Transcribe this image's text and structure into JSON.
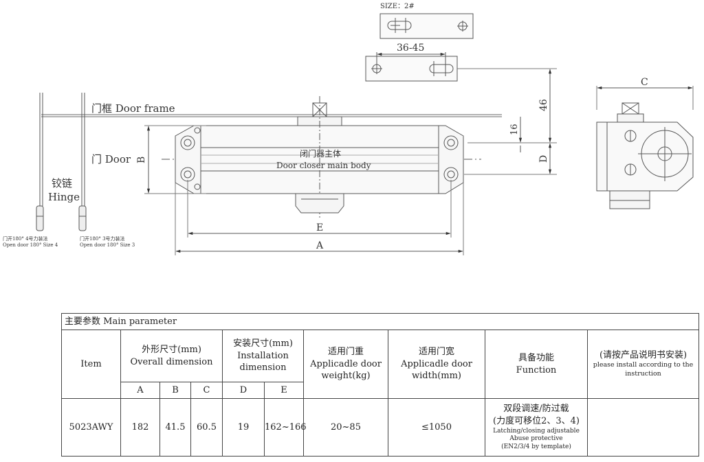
{
  "drawing": {
    "size_label": "SIZE：2#",
    "dim_36_45": "36-45",
    "dim_46": "46",
    "dim_16": "16",
    "dim_d": "D",
    "dim_c": "C",
    "dim_b": "B",
    "dim_e": "E",
    "dim_a": "A",
    "door_frame_label": "门框 Door frame",
    "door_label": "门 Door",
    "hinge_cn": "铰链",
    "hinge_en": "Hinge",
    "body_cn": "闭门器主体",
    "body_en": "Door closer main body",
    "note_left_cn": "门开180° 4号力装法",
    "note_left_en": "Open door 180° Size 4",
    "note_right_cn": "门开180° 3号力装法",
    "note_right_en": "Open door 180° Size 3"
  },
  "table": {
    "caption": "主要参数 Main parameter",
    "headers": {
      "item": "Item",
      "overall_cn": "外形尺寸(mm)",
      "overall_en": "Overall dimension",
      "install_cn": "安装尺寸(mm)",
      "install_en": "Installation dimension",
      "weight_cn": "适用门重",
      "weight_en": "Applicadle door weight(kg)",
      "width_cn": "适用门宽",
      "width_en": "Applicadle door width(mm)",
      "function_cn": "具备功能",
      "function_en": "Function",
      "note_cn": "(请按产品说明书安装)",
      "note_en": "please install according to the instruction"
    },
    "subheaders": [
      "A",
      "B",
      "C",
      "D",
      "E"
    ],
    "row": {
      "item": "5023AWY",
      "a": "182",
      "b": "41.5",
      "c": "60.5",
      "d": "19",
      "e": "162~166",
      "weight": "20~85",
      "width": "≤1050",
      "function_cn1": "双段调速/防过载",
      "function_cn2": "(力度可移位2、3、4)",
      "function_en1": "Latching/closing adjustable",
      "function_en2": "Abuse protective",
      "function_en3": "(EN2/3/4 by template)",
      "note": ""
    }
  }
}
